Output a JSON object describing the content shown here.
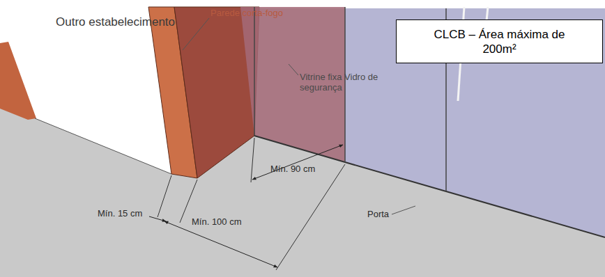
{
  "diagram": {
    "nodes": [
      {
        "text": [
          "CLCB – Área máxima de 200m²"
        ]
      }
    ],
    "labels": [
      "Outro estabelecimento",
      "Parede corta-fogo",
      "Vitrine fixa Vidro de segurança",
      "Mín. 90 cm",
      "Porta",
      "Mín. 15 cm",
      "Mín. 100 cm"
    ]
  }
}
